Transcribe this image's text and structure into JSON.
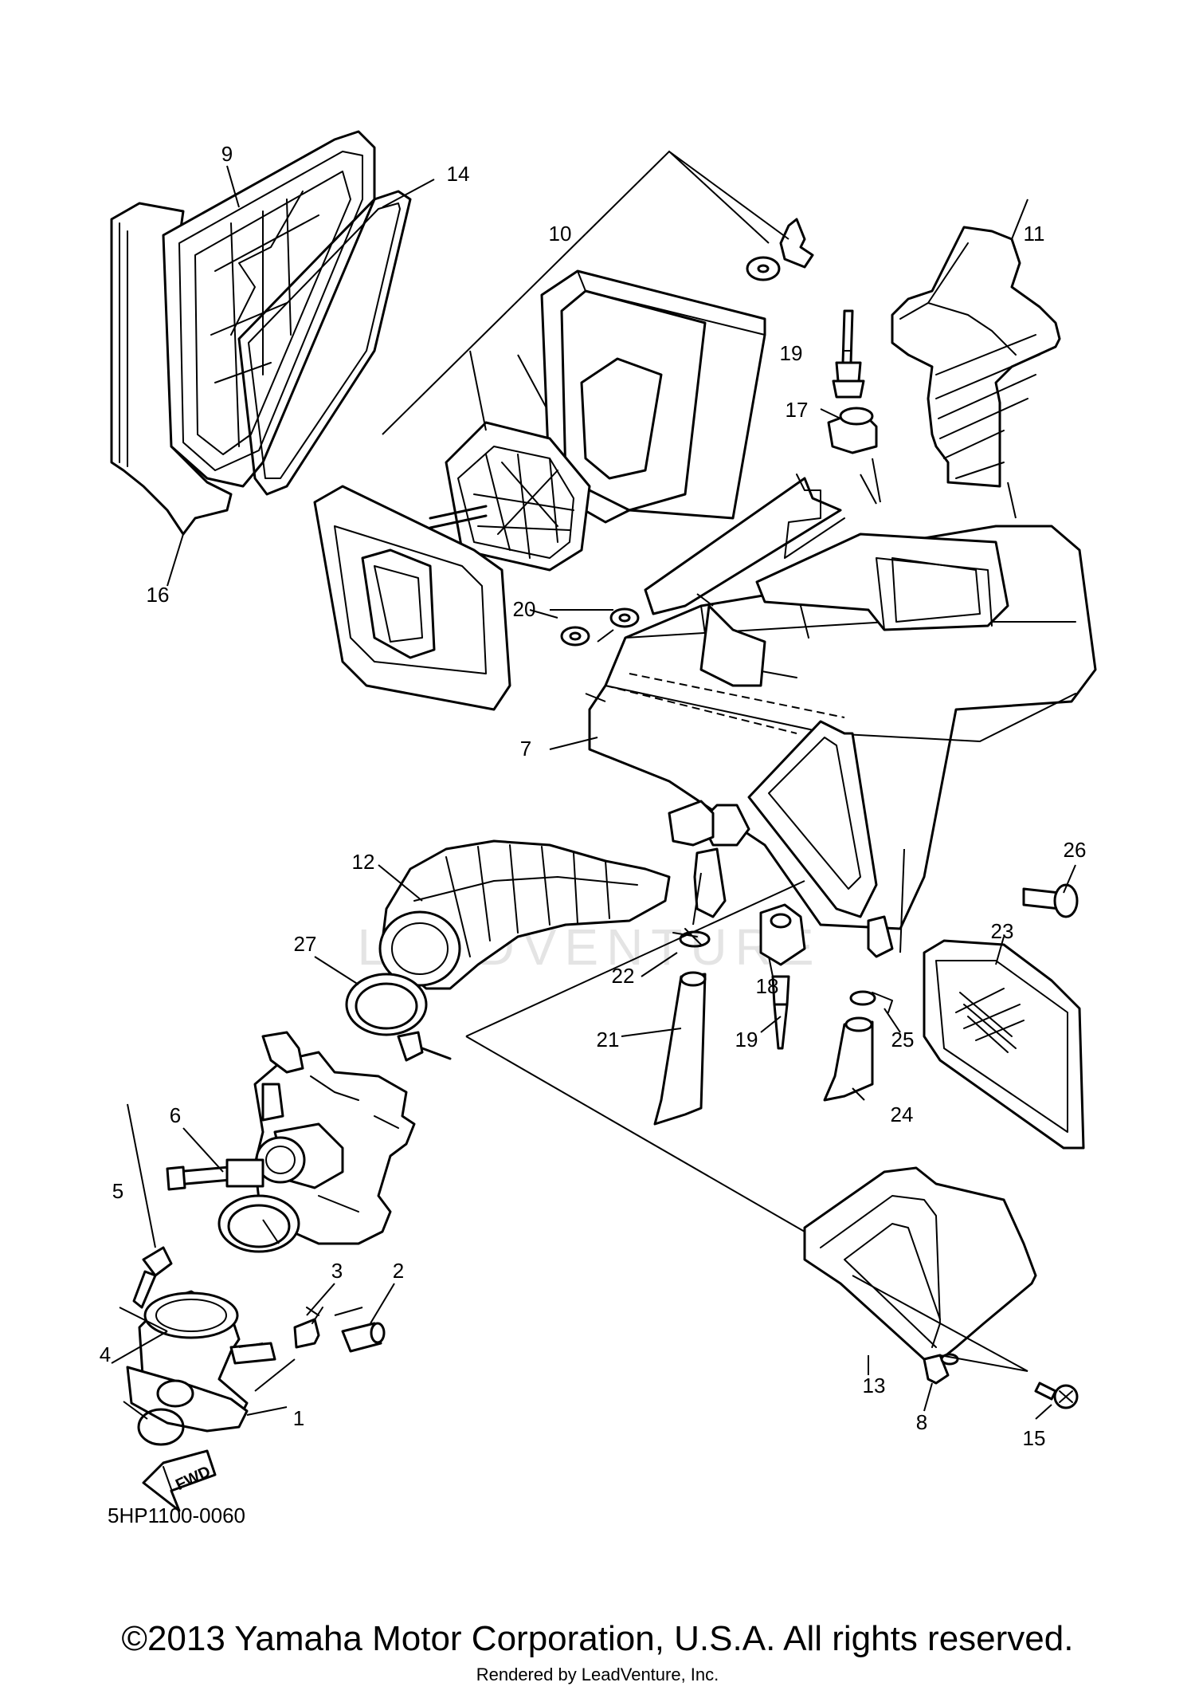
{
  "diagram": {
    "part_code": "5HP1100-0060",
    "copyright": "©2013 Yamaha Motor Corporation, U.S.A. All rights reserved.",
    "rendered_by": "Rendered by LeadVenture, Inc.",
    "watermark": "LEADVENTURE",
    "fwd_label": "FWD",
    "callouts": [
      "1",
      "2",
      "3",
      "4",
      "5",
      "6",
      "7",
      "8",
      "9",
      "10",
      "11",
      "12",
      "13",
      "14",
      "15",
      "16",
      "17",
      "18",
      "19",
      "19",
      "20",
      "21",
      "22",
      "23",
      "24",
      "25",
      "26",
      "27"
    ]
  }
}
